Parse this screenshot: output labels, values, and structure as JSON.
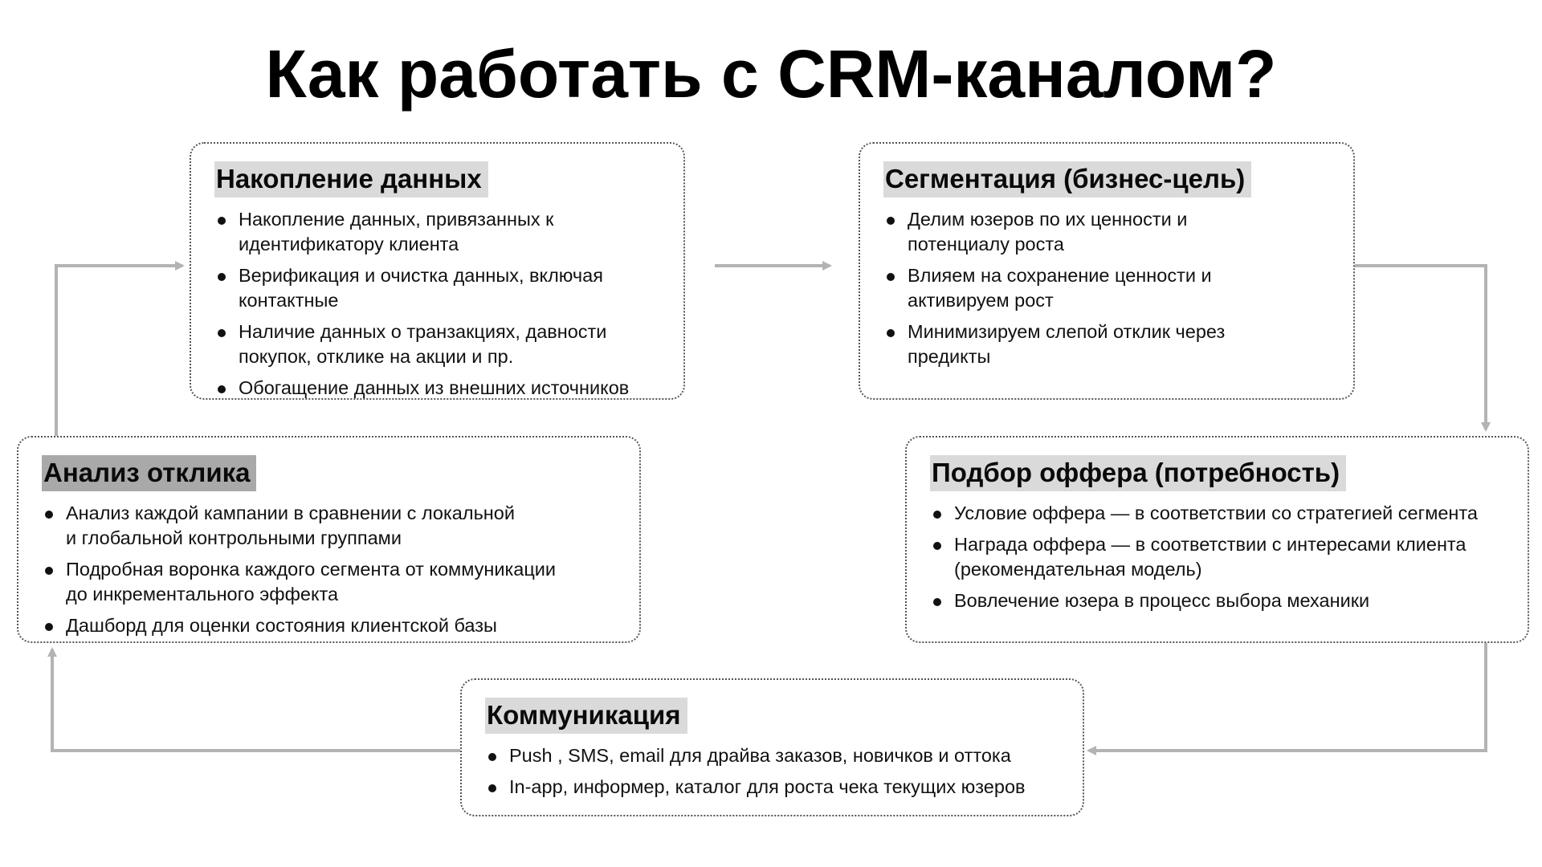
{
  "title": "Как работать с CRM-каналом?",
  "boxes": {
    "data": {
      "title": "Накопление данных",
      "items": [
        [
          "Накопление данных, привязанных к",
          "идентификатору клиента"
        ],
        [
          "Верификация и очистка данных, включая",
          "контактные"
        ],
        [
          "Наличие данных о транзакциях, давности",
          "покупок, отклике на акции и пр."
        ],
        [
          "Обогащение данных из внешних источников"
        ]
      ]
    },
    "segment": {
      "title": "Сегментация (бизнес-цель)",
      "items": [
        [
          "Делим юзеров по их ценности и",
          "потенциалу роста"
        ],
        [
          "Влияем на сохранение ценности и",
          "активируем рост"
        ],
        [
          "Минимизируем слепой отклик через",
          "предикты"
        ]
      ]
    },
    "response": {
      "title": "Анализ отклика",
      "items": [
        [
          "Анализ каждой кампании в сравнении с локальной",
          "и глобальной контрольными группами"
        ],
        [
          "Подробная воронка каждого сегмента от коммуникации",
          "до инкрементального эффекта"
        ],
        [
          "Дашборд для оценки состояния клиентской базы"
        ]
      ]
    },
    "offer": {
      "title": "Подбор оффера (потребность)",
      "items": [
        [
          "Условие оффера — в соответствии со стратегией сегмента"
        ],
        [
          "Награда оффера — в соответствии с интересами клиента",
          "(рекомендательная модель)"
        ],
        [
          "Вовлечение юзера в процесс выбора механики"
        ]
      ]
    },
    "communicate": {
      "title": "Коммуникация",
      "items": [
        [
          "Push , SMS, email для драйва заказов, новичков и оттока"
        ],
        [
          "In-app, информер, каталог для роста чека текущих юзеров"
        ]
      ]
    }
  },
  "colors": {
    "arrow": "#b3b3b3",
    "title_highlight": "#dadada",
    "title_highlight_dark": "#a9a9a9",
    "border": "#555555"
  }
}
